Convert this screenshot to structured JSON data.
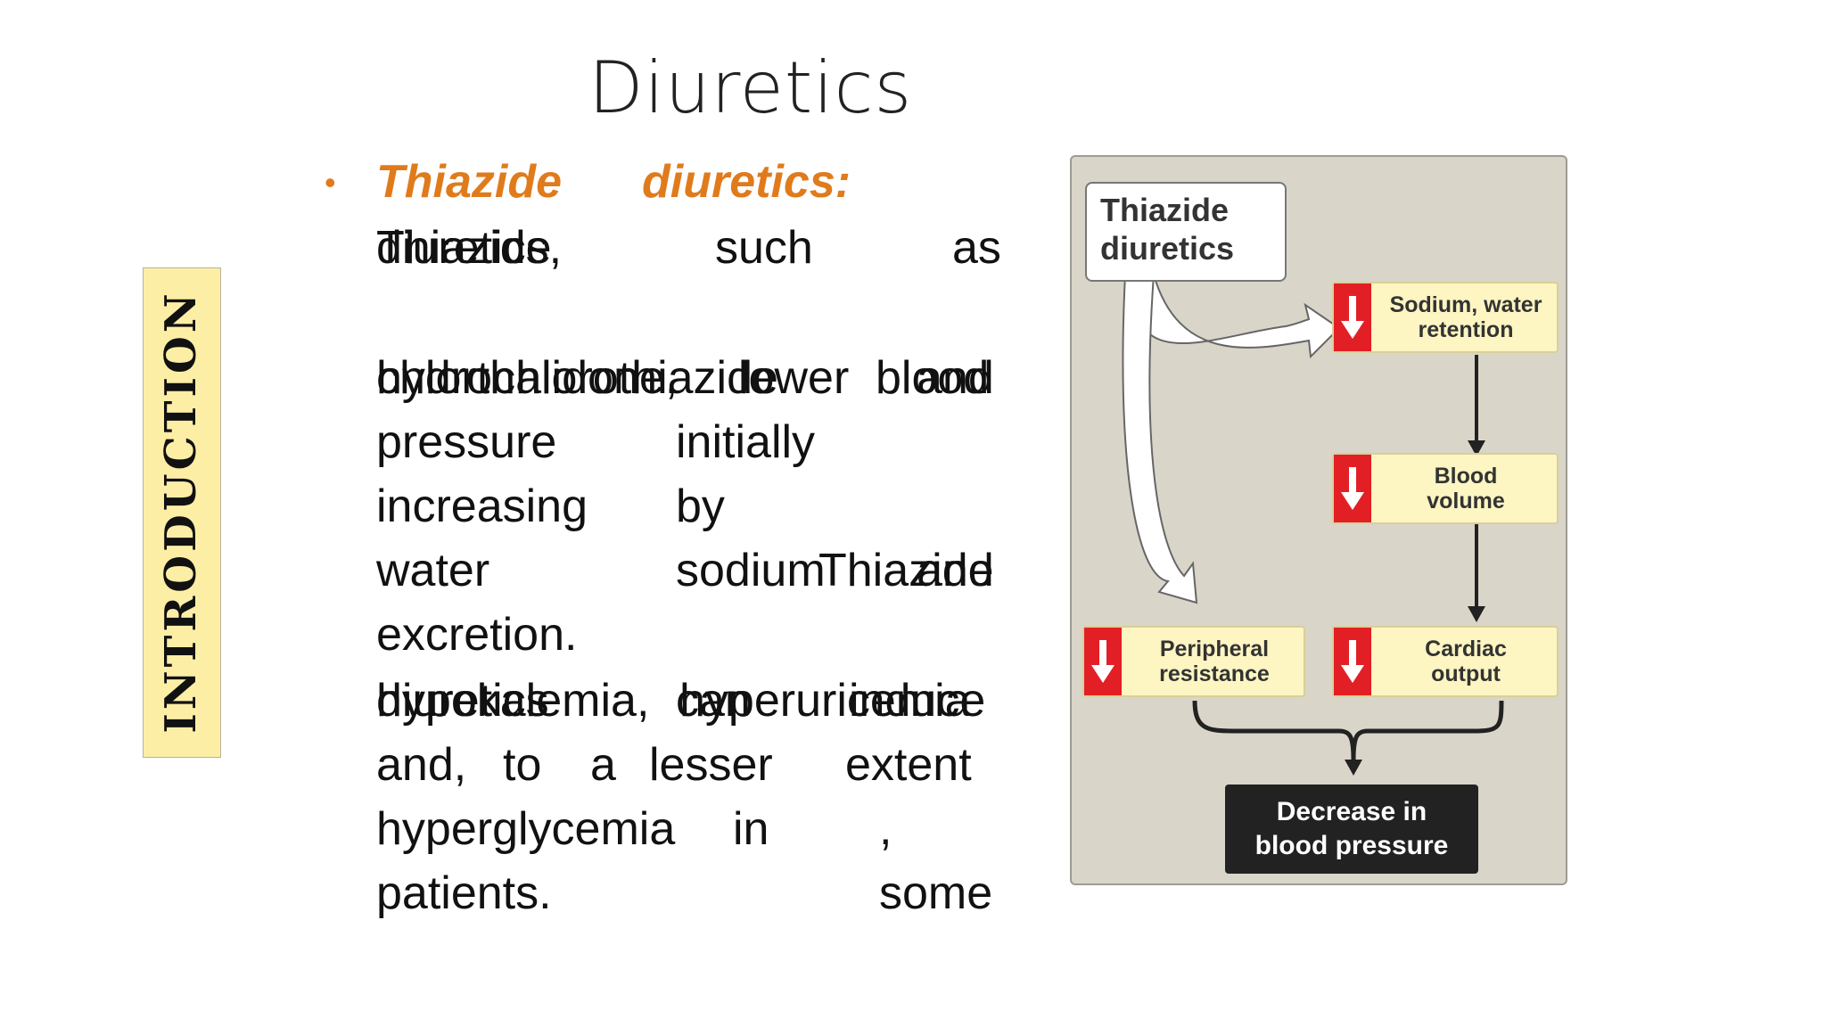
{
  "slide": {
    "title": "Diuretics",
    "side_label": "INTRODUCTION"
  },
  "bullet": {
    "head_1": "Thiazide",
    "head_2": "diuretics:",
    "words": {
      "w01": "Thiazide",
      "w02": "diuretics,",
      "w03": "such",
      "w04": "as",
      "w05": "hydrochlorothiazide",
      "w06": "chlorthalidone,",
      "w07": "lower",
      "w08": "blood",
      "w09": "and",
      "w10": "pressure",
      "w11": "initially",
      "w12": "increasing",
      "w13": "by",
      "w14": "water",
      "w15": "sodium",
      "w16": "Thiazide",
      "w17": "and",
      "w18": "excretion.",
      "w19": "diuretics",
      "w20": "hypokalemia,",
      "w21": "can",
      "w22": "hyperuricemia",
      "w23": "induce",
      "w24": "and,",
      "w25": "to",
      "w26": "a",
      "w27": "lesser",
      "w28": "extent",
      "w29": "hyperglycemia",
      "w30": "in",
      "w31": ",",
      "w32": "patients.",
      "w33": "some"
    }
  },
  "figure": {
    "title_line1": "Thiazide",
    "title_line2": "diuretics",
    "sodium_line1": "Sodium, water",
    "sodium_line2": "retention",
    "blood_line1": "Blood",
    "blood_line2": "volume",
    "peripheral_line1": "Peripheral",
    "peripheral_line2": "resistance",
    "cardiac_line1": "Cardiac",
    "cardiac_line2": "output",
    "decrease_line1": "Decrease in",
    "decrease_line2": "blood pressure",
    "colors": {
      "red": "#e31f26",
      "box": "#fdf5c2",
      "bg": "#dad5c9",
      "dark": "#222222"
    }
  }
}
